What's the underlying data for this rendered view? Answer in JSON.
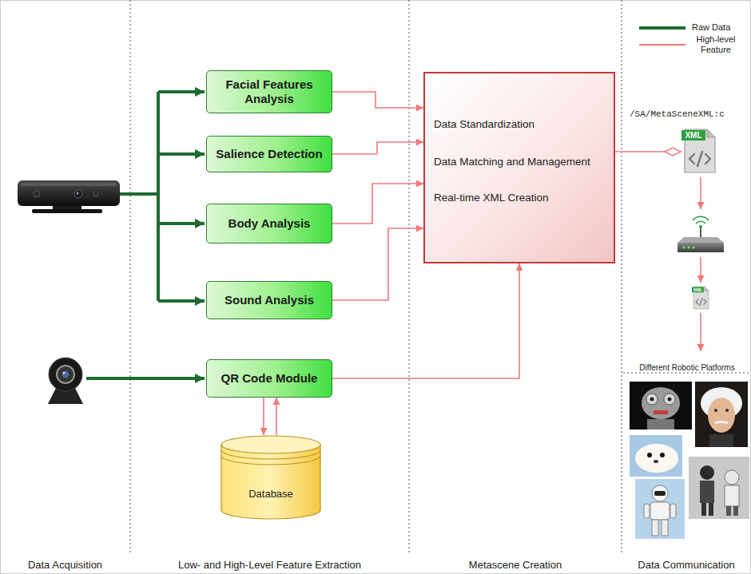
{
  "diagram": {
    "nodes": [
      {
        "text": [
          "Facial Features Analysis"
        ]
      },
      {
        "text": [
          "Salience Detection"
        ]
      },
      {
        "text": [
          "Body Analysis"
        ]
      },
      {
        "text": [
          "Sound Analysis"
        ]
      },
      {
        "text": [
          "QR Code Module"
        ]
      },
      {
        "text": [
          "Database"
        ]
      },
      {
        "text": [
          "Data Standardization",
          "Data Matching and Management",
          "Real-time XML Creation"
        ]
      },
      {
        "text": [
          "XML"
        ]
      },
      {
        "text": [
          "XML"
        ]
      }
    ],
    "edges": [
      {
        "from": 0,
        "to": 6,
        "arrow": "to"
      },
      {
        "from": 1,
        "to": 6,
        "arrow": "to"
      },
      {
        "from": 2,
        "to": 6,
        "arrow": "to"
      },
      {
        "from": 3,
        "to": 6,
        "arrow": "to"
      },
      {
        "from": 4,
        "to": 6,
        "arrow": "to"
      },
      {
        "from": 4,
        "to": 5,
        "arrow": "to"
      },
      {
        "from": 5,
        "to": 4,
        "arrow": "to"
      },
      {
        "from": 6,
        "to": 7,
        "arrow": "to"
      }
    ],
    "labels": [
      "/SA/MetaSceneXML:c",
      "Different Robotic Platforms",
      "Data Acquisition",
      "Low- and High-Level Feature Extraction",
      "Metascene Creation",
      "Data Communication"
    ],
    "legend": [
      {
        "text": "Raw Data"
      },
      {
        "text": "High-level Feature"
      }
    ]
  }
}
